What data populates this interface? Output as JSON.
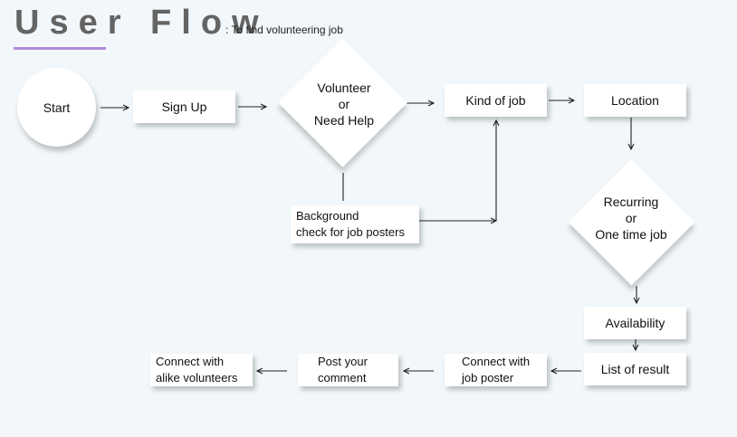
{
  "header": {
    "title": "User Flow",
    "subtitle": ": To find volunteering job"
  },
  "nodes": {
    "start": "Start",
    "signup": "Sign Up",
    "volunteer_or_help": [
      "Volunteer",
      "or",
      "Need Help"
    ],
    "background_check": [
      "Background",
      "check for job posters"
    ],
    "kind_of_job": "Kind of job",
    "location": "Location",
    "recurring_or_one_time": [
      "Recurring",
      "or",
      "One time job"
    ],
    "availability": "Availability",
    "list_of_result": "List of result",
    "connect_job_poster": [
      "Connect  with",
      "job poster"
    ],
    "post_comment": [
      "Post your",
      "comment"
    ],
    "connect_volunteers": [
      "Connect  with",
      "alike volunteers"
    ]
  },
  "colors": {
    "background": "#f1f7fa",
    "title": "#646464",
    "accent_underline": "#b48ad8",
    "node_fill": "#ffffff",
    "edge": "#222222"
  }
}
